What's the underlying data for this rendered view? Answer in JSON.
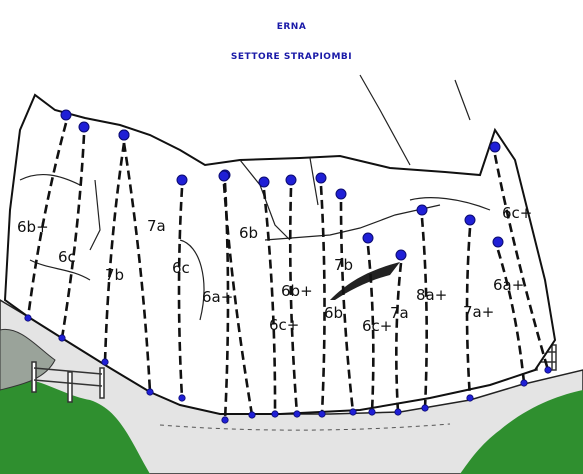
{
  "header": {
    "title": "ERNA",
    "subtitle": "SETTORE  STRAPIOMBI"
  },
  "colors": {
    "heading": "#1a1aa8",
    "anchor": "#1f1fd6",
    "route_line": "#111111",
    "vegetation": "#2f8f2f",
    "ground": "#d9d9d9"
  },
  "routes": [
    {
      "grade": "6b+"
    },
    {
      "grade": "6c"
    },
    {
      "grade": "7b"
    },
    {
      "grade": "7a"
    },
    {
      "grade": "6c"
    },
    {
      "grade": "6a+"
    },
    {
      "grade": "6b"
    },
    {
      "grade": "6b+"
    },
    {
      "grade": "6c+"
    },
    {
      "grade": "7b"
    },
    {
      "grade": "6b"
    },
    {
      "grade": "6c+"
    },
    {
      "grade": "7a"
    },
    {
      "grade": "8a+"
    },
    {
      "grade": "7a+"
    },
    {
      "grade": "6a+"
    },
    {
      "grade": "6c+"
    }
  ]
}
